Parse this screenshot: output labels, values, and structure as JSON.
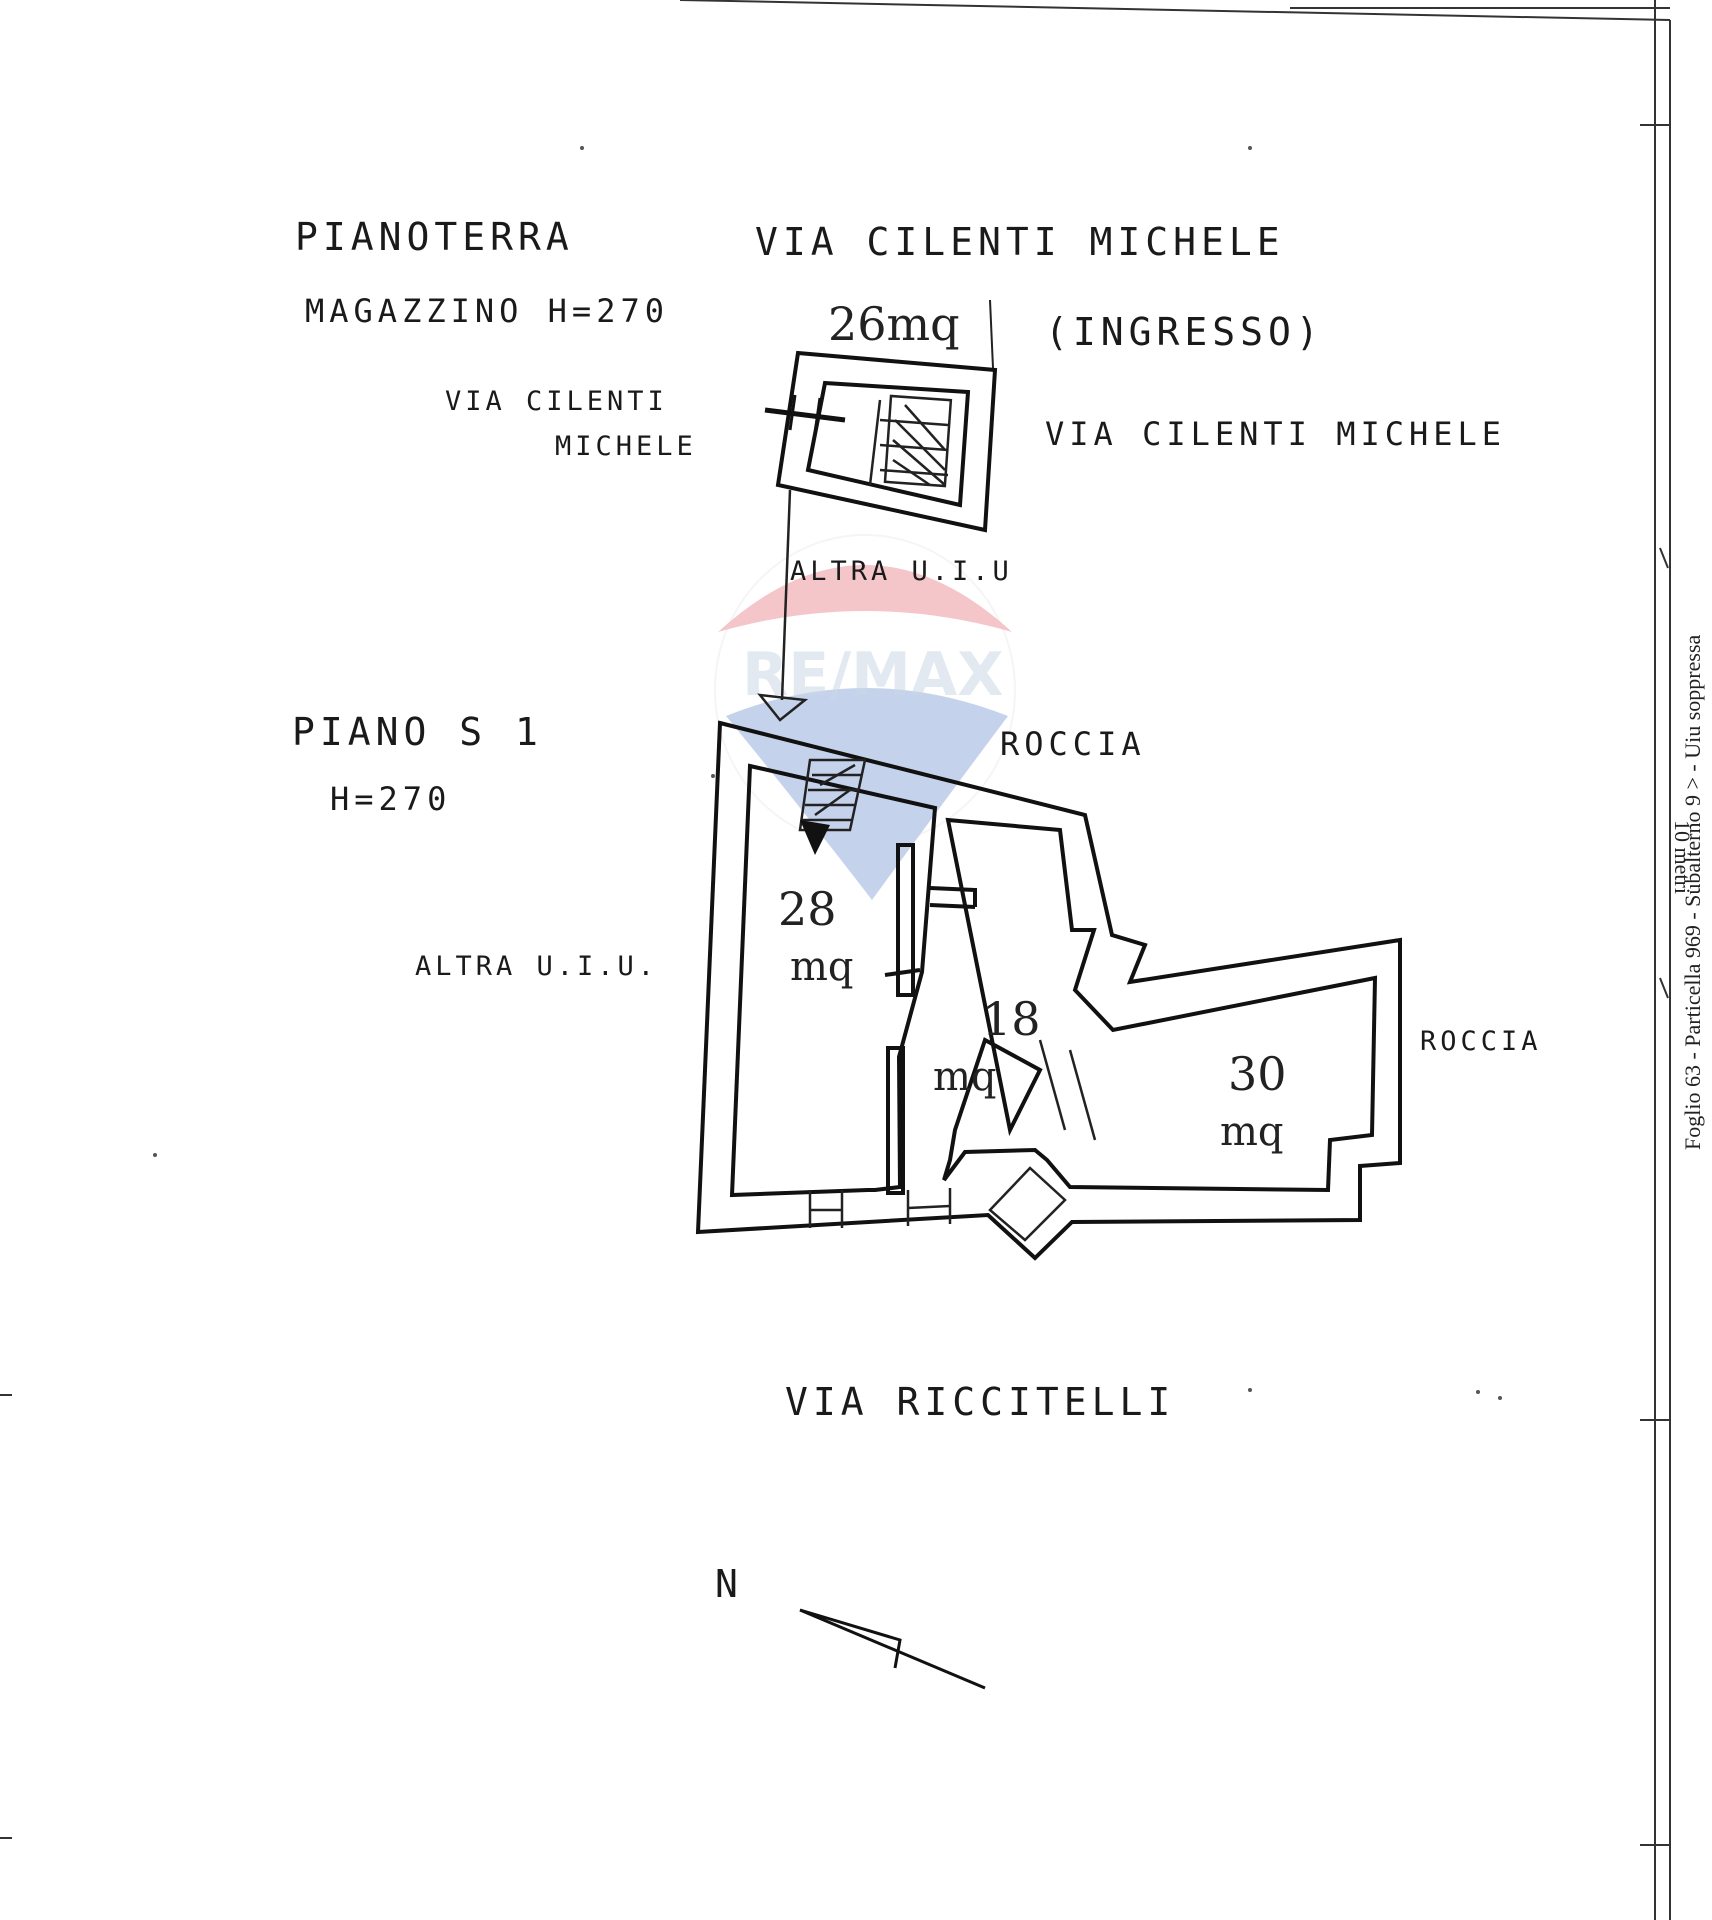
{
  "ground_floor": {
    "title": "PIANOTERRA",
    "room": "MAGAZZINO H=270",
    "street_top": "VIA CILENTI MICHELE",
    "area": "26mq",
    "entrance_note": "(INGRESSO)",
    "street_left_line1": "VIA CILENTI",
    "street_left_line2": "MICHELE",
    "street_right": "VIA CILENTI MICHELE",
    "neighbor": "ALTRA U.I.U"
  },
  "basement": {
    "title": "PIANO S 1",
    "height": "H=270",
    "rock_top": "ROCCIA",
    "rock_right": "ROCCIA",
    "neighbor_left": "ALTRA U.I.U.",
    "rooms": [
      {
        "area": "28",
        "unit": "mq"
      },
      {
        "area": "18",
        "unit": "mq"
      },
      {
        "area": "30",
        "unit": "mq"
      }
    ],
    "street_bottom": "VIA RICCITELLI"
  },
  "north_label": "N",
  "watermark": {
    "text": "RE/MAX",
    "colors": {
      "red": "#dc1c2e",
      "blue": "#003da5"
    }
  },
  "margin": {
    "line1": "10 metri",
    "line2": "Foglio 63 - Particella 969 - Subalterno 9 > - Uiu soppressa"
  }
}
